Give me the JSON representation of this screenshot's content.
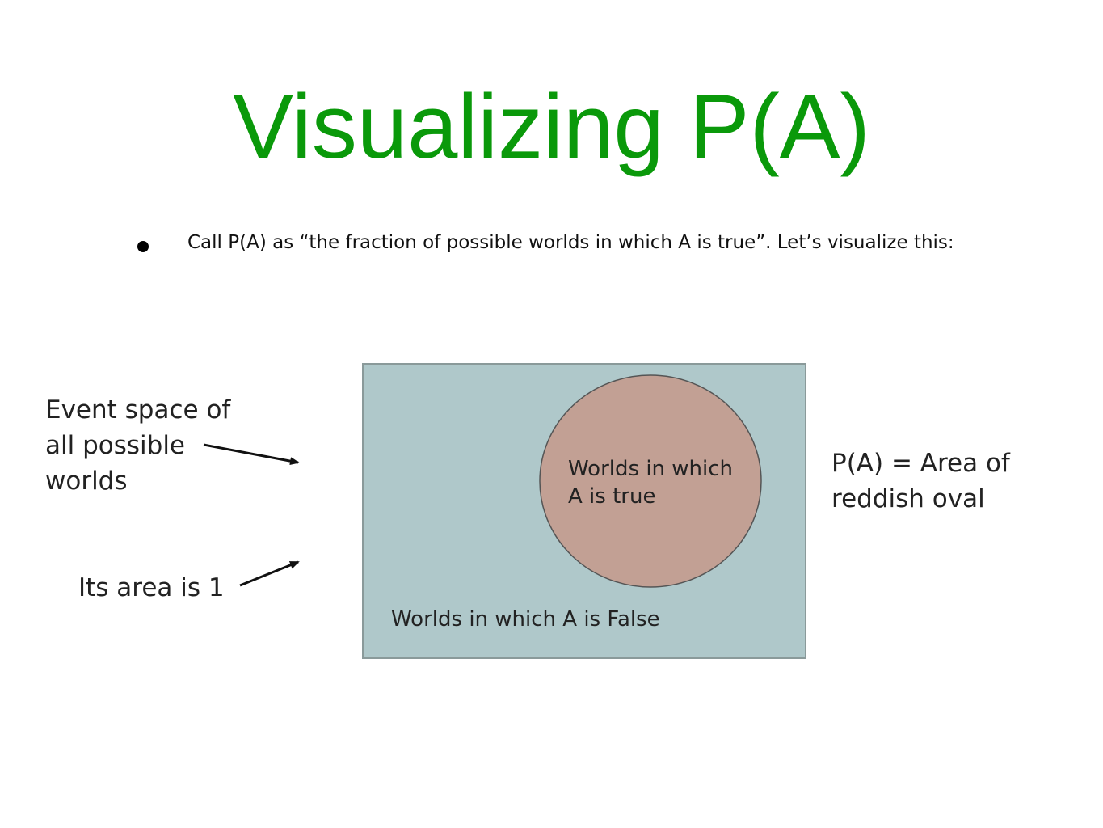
{
  "slide": {
    "title": "Visualizing P(A)",
    "bullet": "Call P(A) as “the fraction of possible worlds in which A is true”.  Let’s visualize this:"
  },
  "diagram": {
    "colors": {
      "event_space_fill": "#afc8ca",
      "event_space_stroke": "#8a9a9a",
      "oval_fill": "#c2a094",
      "oval_stroke": "#555555",
      "arrow": "#111111"
    },
    "left_labels": {
      "event_space": [
        "Event space of",
        "all possible",
        "worlds"
      ],
      "area": "Its area is 1"
    },
    "oval_label": [
      "Worlds in which",
      "A is true"
    ],
    "false_label": "Worlds in which A is False",
    "right_label": [
      "P(A) = Area of",
      "reddish oval"
    ]
  }
}
